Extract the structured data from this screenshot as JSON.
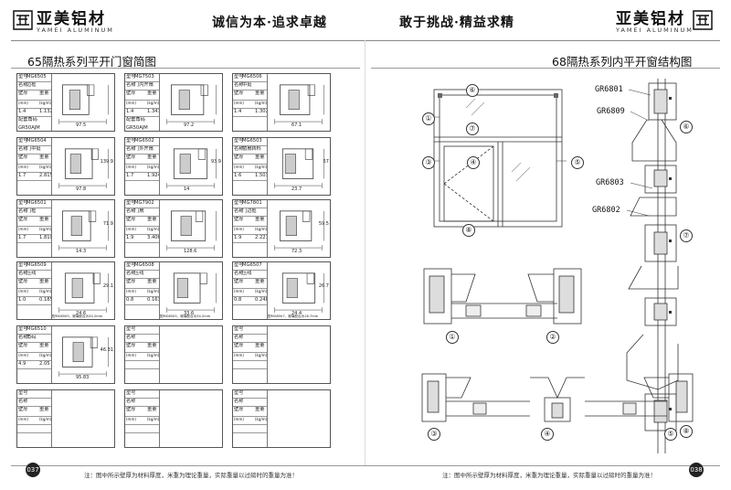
{
  "header": {
    "brand_cn": "亚美铝材",
    "brand_en": "YAMEI ALUMINUM",
    "slogan_left": "诚信为本·追求卓越",
    "slogan_right": "敢于挑战·精益求精"
  },
  "left_page": {
    "title": "65隔热系列平开门窗简图",
    "page_number": "037",
    "note": "注：图中所示壁厚为材料厚度，米重为理论重量，实际重量以过磅时的重量为准！",
    "cards": [
      {
        "model": "MG6505",
        "name": "边框",
        "thick": "1.4",
        "weight": "1.132",
        "extra": "配套角码",
        "extra2": "GR50AJM",
        "dims": [
          "97.5"
        ]
      },
      {
        "model": "MG7503",
        "name": "门内开扇",
        "thick": "1.4",
        "weight": "1.347",
        "extra": "配套角码",
        "extra2": "GR50AJM",
        "dims": [
          "97.2"
        ]
      },
      {
        "model": "MG6506",
        "name": "中挺",
        "thick": "1.4",
        "weight": "1.302",
        "extra": "",
        "extra2": "",
        "dims": [
          "67.1"
        ]
      },
      {
        "model": "MG6504",
        "name": "门中挺",
        "thick": "1.7",
        "weight": "2.815",
        "extra": "",
        "extra2": "",
        "dims": [
          "97.8",
          "139.9"
        ]
      },
      {
        "model": "MG6502",
        "name": "门外开扇",
        "thick": "1.7",
        "weight": "1.924",
        "extra": "",
        "extra2": "",
        "dims": [
          "14",
          "93.9"
        ]
      },
      {
        "model": "MG6503",
        "name": "窗扇转料",
        "thick": "1.6",
        "weight": "1.503",
        "extra": "",
        "extra2": "",
        "dims": [
          "23.7",
          "57"
        ]
      },
      {
        "model": "MG6501",
        "name": "门框",
        "thick": "1.7",
        "weight": "1.810",
        "extra": "",
        "extra2": "",
        "dims": [
          "14.3",
          "71.9"
        ]
      },
      {
        "model": "MG7902",
        "name": "门扇",
        "thick": "1.9",
        "weight": "3.406",
        "extra": "",
        "extra2": "",
        "dims": [
          "128.6"
        ]
      },
      {
        "model": "MG7801",
        "name": "门边框",
        "thick": "1.9",
        "weight": "2.221",
        "extra": "",
        "extra2": "",
        "dims": [
          "72.3",
          "59.5"
        ]
      },
      {
        "model": "MG6509",
        "name": "压线",
        "thick": "1.0",
        "weight": "0.185",
        "extra": "",
        "extra2": "",
        "dims": [
          "24.6",
          "29.1"
        ],
        "caption": "配MG6505，玻璃配合为34.2mm"
      },
      {
        "model": "MG6508",
        "name": "压线",
        "thick": "0.8",
        "weight": "0.163",
        "extra": "",
        "extra2": "",
        "dims": [
          "33.6"
        ],
        "caption": "配MG6505，玻璃配合为34.2mm"
      },
      {
        "model": "MG6507",
        "name": "压线",
        "thick": "0.8",
        "weight": "0.248",
        "extra": "",
        "extra2": "",
        "dims": [
          "24.4",
          "26.7"
        ],
        "caption": "配MG6507，玻璃配合为18.7mm"
      },
      {
        "model": "MG6510",
        "name": "角码",
        "thick": "4.9",
        "weight": "2.05",
        "extra": "",
        "extra2": "",
        "dims": [
          "95.83",
          "46.31"
        ]
      },
      {
        "model": "",
        "name": "",
        "thick": "",
        "weight": "",
        "extra": "",
        "extra2": "",
        "dims": []
      },
      {
        "model": "",
        "name": "",
        "thick": "",
        "weight": "",
        "extra": "",
        "extra2": "",
        "dims": []
      },
      {
        "model": "",
        "name": "",
        "thick": "",
        "weight": "",
        "extra": "",
        "extra2": "",
        "dims": []
      },
      {
        "model": "",
        "name": "",
        "thick": "",
        "weight": "",
        "extra": "",
        "extra2": "",
        "dims": []
      },
      {
        "model": "",
        "name": "",
        "thick": "",
        "weight": "",
        "extra": "",
        "extra2": "",
        "dims": []
      }
    ],
    "labels": {
      "model": "型号",
      "name": "名称",
      "thick": "壁厚",
      "weight": "重量",
      "thick_unit": "(mm)",
      "weight_unit": "(kg/m)"
    }
  },
  "right_page": {
    "title": "68隔热系列内平开窗结构图",
    "page_number": "038",
    "note": "注：图中所示壁厚为材料厚度，米重为理论重量，实际重量以过磅时的重量为准！",
    "callouts": [
      "GR6801",
      "GR6809",
      "GR6803",
      "GR6802"
    ],
    "markers": [
      "①",
      "②",
      "③",
      "④",
      "⑤",
      "⑥",
      "⑦",
      "⑧"
    ]
  }
}
